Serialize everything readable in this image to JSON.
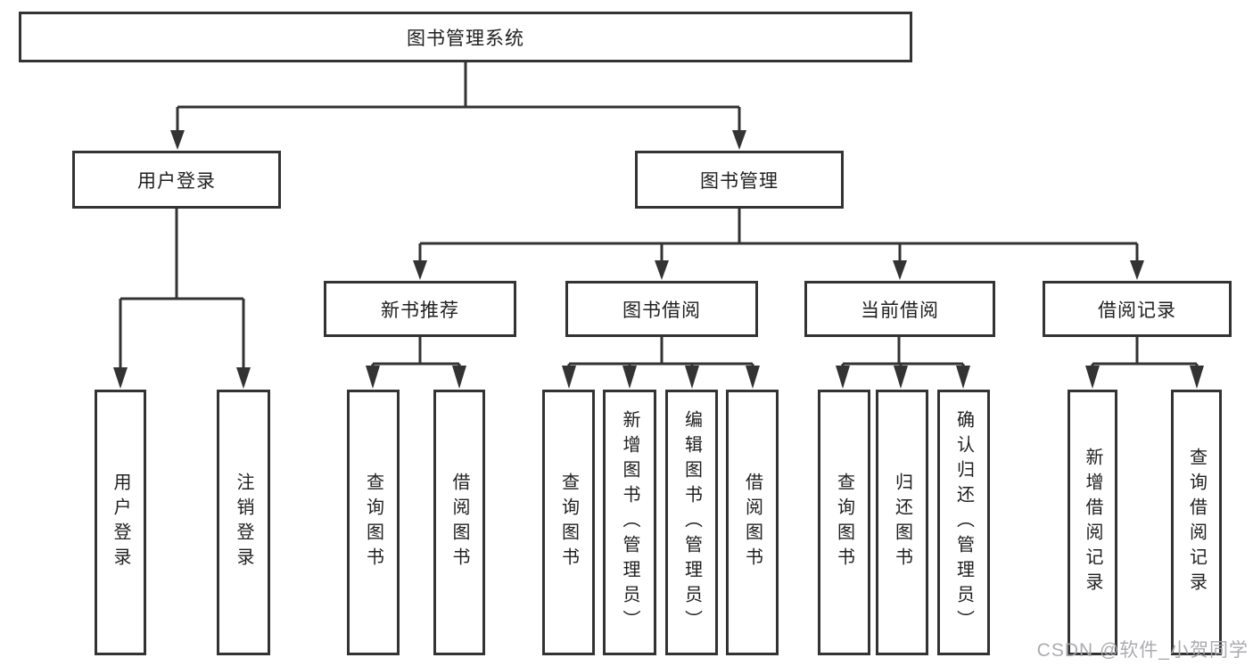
{
  "tree": {
    "label": "图书管理系统",
    "children": [
      {
        "label": "用户登录",
        "children": [
          {
            "label": "用户登录"
          },
          {
            "label": "注销登录"
          }
        ]
      },
      {
        "label": "图书管理",
        "children": [
          {
            "label": "新书推荐",
            "children": [
              {
                "label": "查询图书"
              },
              {
                "label": "借阅图书"
              }
            ]
          },
          {
            "label": "图书借阅",
            "children": [
              {
                "label": "查询图书"
              },
              {
                "label": "新增图书（管理员）"
              },
              {
                "label": "编辑图书（管理员）"
              },
              {
                "label": "借阅图书"
              }
            ]
          },
          {
            "label": "当前借阅",
            "children": [
              {
                "label": "查询图书"
              },
              {
                "label": "归还图书"
              },
              {
                "label": "确认归还（管理员）"
              }
            ]
          },
          {
            "label": "借阅记录",
            "children": [
              {
                "label": "新增借阅记录"
              },
              {
                "label": "查询借阅记录"
              }
            ]
          }
        ]
      }
    ]
  },
  "watermark": "CSDN @软件_小贺同学",
  "colors": {
    "line": "#333333",
    "node_border": "#333333",
    "node_text": "#1f1f1f",
    "watermark_text": "#a7a7ac",
    "background": "#ffffff"
  }
}
